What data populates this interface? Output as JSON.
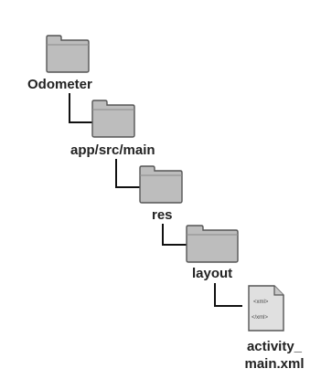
{
  "tree": {
    "nodes": [
      {
        "label": "Odometer",
        "type": "folder"
      },
      {
        "label": "app/src/main",
        "type": "folder"
      },
      {
        "label": "res",
        "type": "folder"
      },
      {
        "label": "layout",
        "type": "folder"
      }
    ],
    "file": {
      "label_line1": "activity_",
      "label_line2": "main.xml",
      "tag_open": "<xml>",
      "tag_close": "</xml>",
      "icon": "xml-file-icon"
    }
  },
  "colors": {
    "folder_fill": "#bdbdbd",
    "folder_tab": "#b0b0b0",
    "folder_outline": "#555555",
    "connector": "#111111",
    "file_fill": "#e0e0e0"
  }
}
